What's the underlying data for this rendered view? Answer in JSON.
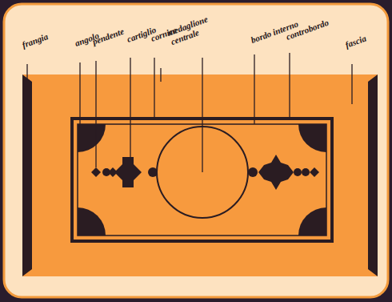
{
  "diagram": {
    "labels": [
      "frangia",
      "angolo",
      "pendente",
      "cartiglio",
      "cornice",
      "medaglione centrale",
      "bordo interno",
      "controbordo",
      "fascia"
    ]
  }
}
